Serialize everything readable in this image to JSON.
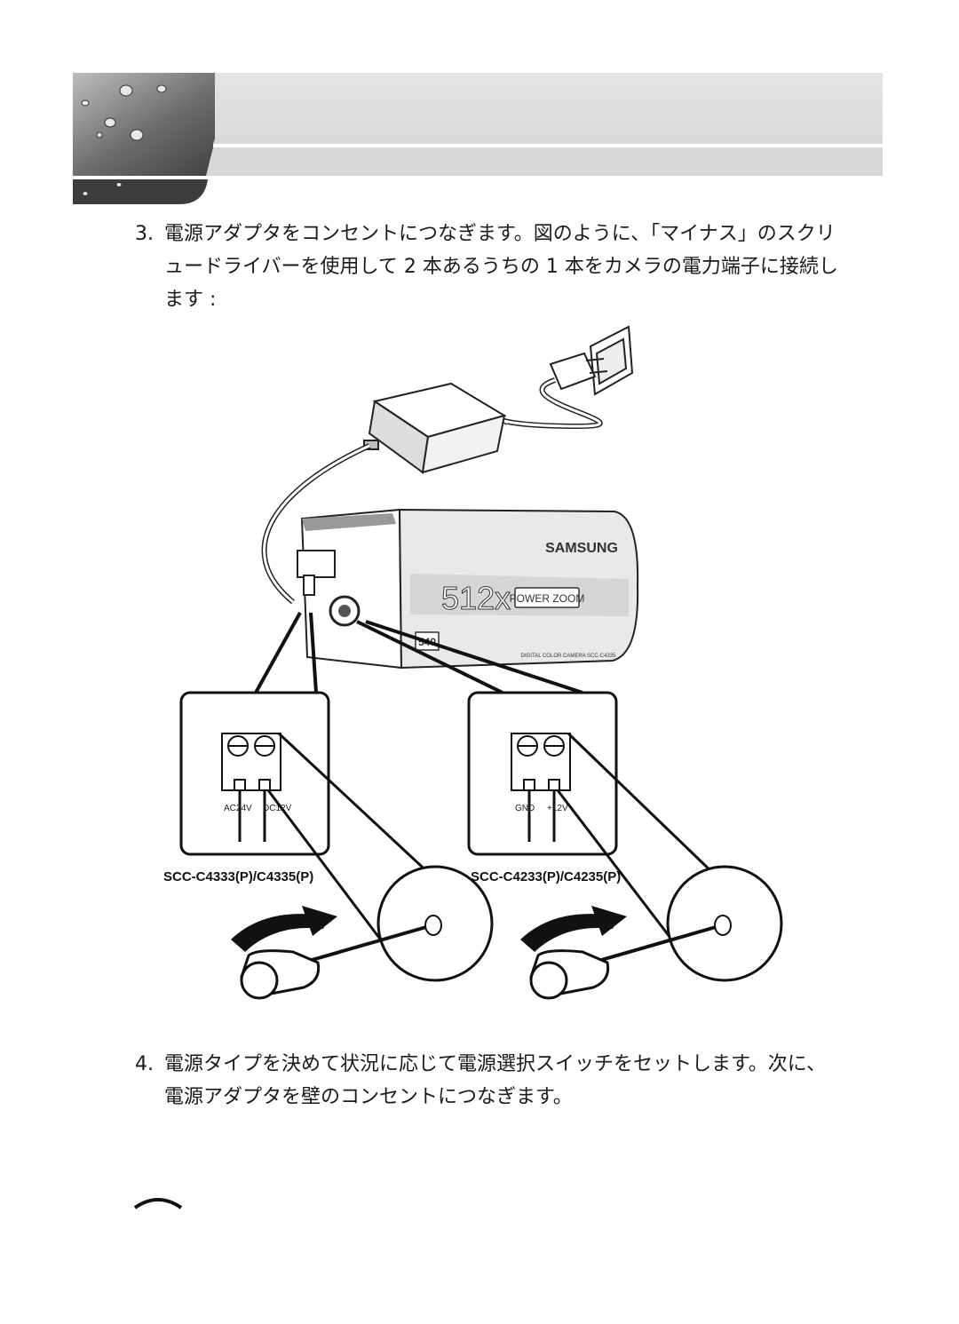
{
  "steps": [
    {
      "number": "3.",
      "text": "電源アダプタをコンセントにつなぎます。図のように、「マイナス」のスクリュードライバーを使用して 2 本あるうちの 1 本をカメラの電力端子に接続します :"
    },
    {
      "number": "4.",
      "text": "電源タイプを決めて状況に応じて電源選択スイッチをセットします。次に、電源アダプタを壁のコンセントにつなぎます。"
    }
  ],
  "figure": {
    "camera_brand": "SAMSUNG",
    "zoom_badge": "512x",
    "zoom_label": "POWER ZOOM",
    "resolution_badge": "540",
    "camera_model_text": "DIGITAL COLOR CAMERA SCC-C4335",
    "left_panel": {
      "caption": "SCC-C4333(P)/C4335(P)",
      "terminal_left": "AC24V",
      "terminal_right": "DC12V"
    },
    "right_panel": {
      "caption": "SCC-C4233(P)/C4235(P)",
      "terminal_left": "GND",
      "terminal_right": "+12V"
    }
  },
  "colors": {
    "header_gray": "#dadada",
    "ink": "#1a1a1a"
  }
}
